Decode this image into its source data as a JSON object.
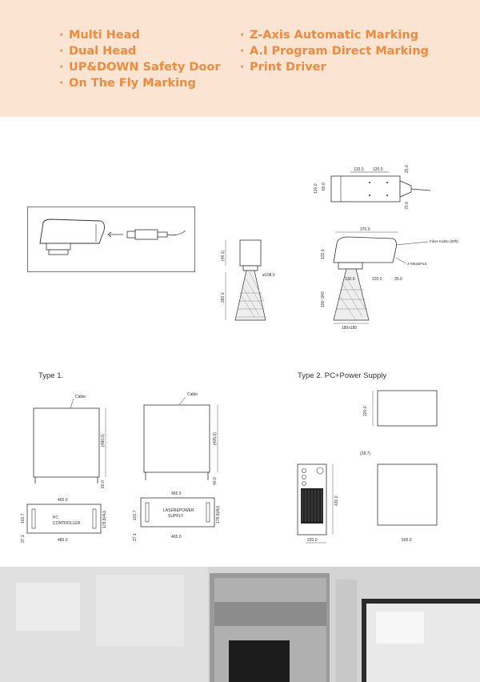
{
  "features": {
    "left": [
      "Multi Head",
      "Dual Head",
      "UP&DOWN Safety Door",
      "On The Fly Marking"
    ],
    "right": [
      "Z-Axis Automatic Marking",
      "A.I Program Direct Marking",
      "Print Driver"
    ],
    "bullet": "·"
  },
  "colors": {
    "accent": "#f08a3c",
    "band": "#fbe4d2"
  },
  "drawings": {
    "head_top": {
      "d1": "120.0",
      "d2": "120.0",
      "d3": "25.0",
      "d4": "120.0",
      "d5": "80.0",
      "d6": "70.0"
    },
    "head_side": {
      "len": "370.0",
      "h": "132.0",
      "fiber": "Fiber Cable (80ft)",
      "holes": "4-M6xDP15",
      "a": "130.0",
      "b": "120.0",
      "c": "35.0",
      "dist": "100~340",
      "base": "180x180"
    },
    "head_front": {
      "top": "(46.1)",
      "dia": "ø108.0",
      "h": "280.0"
    }
  },
  "type1": {
    "title": "Type 1.",
    "box1": {
      "cable": "Cable",
      "h": "(480.0)",
      "foot": "60.0",
      "w": "465.0",
      "label1": "PC",
      "label2": "CONTROLLER",
      "d1": "101.7",
      "d2": "178.8(4U)",
      "d3": "37.1",
      "wfull": "485.0"
    },
    "box2": {
      "cable": "Cable",
      "h": "(405.0)",
      "foot": "40.0",
      "w": "465.0",
      "label1": "LASER&POWER",
      "label2": "SUPPLY",
      "d1": "101.7",
      "d2": "178.8(4U)",
      "d3": "37.1",
      "wfull": "465.0"
    }
  },
  "type2": {
    "title": "Type 2. PC+Power Supply",
    "top_d": "220.0",
    "side_d": "(28.7)",
    "h": "430.0",
    "w1": "220.0",
    "w2": "500.0"
  }
}
